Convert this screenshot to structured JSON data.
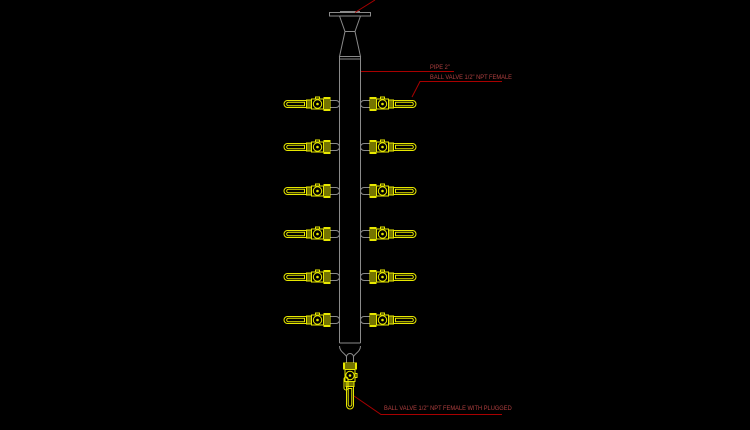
{
  "drawing": {
    "colors": {
      "background": "#000000",
      "pipe": "#8a8a8a",
      "valve": "#e8e800",
      "leader": "#a80000",
      "label": "#b04040"
    },
    "labels": {
      "pipe": "PIPE 2\"",
      "branch_valve": "BALL VALVE 1/2\" NPT FEMALE",
      "drain_valve": "BALL VALVE 1/2\" NPT FEMALE WITH PLUGGED"
    },
    "valve_pairs": 6,
    "branch_valve_count": 12,
    "drain_valve_count": 1,
    "symbols": [
      "flange",
      "weld-neck-reducer",
      "header-pipe",
      "ball-valve",
      "plugged-drain-valve"
    ]
  }
}
